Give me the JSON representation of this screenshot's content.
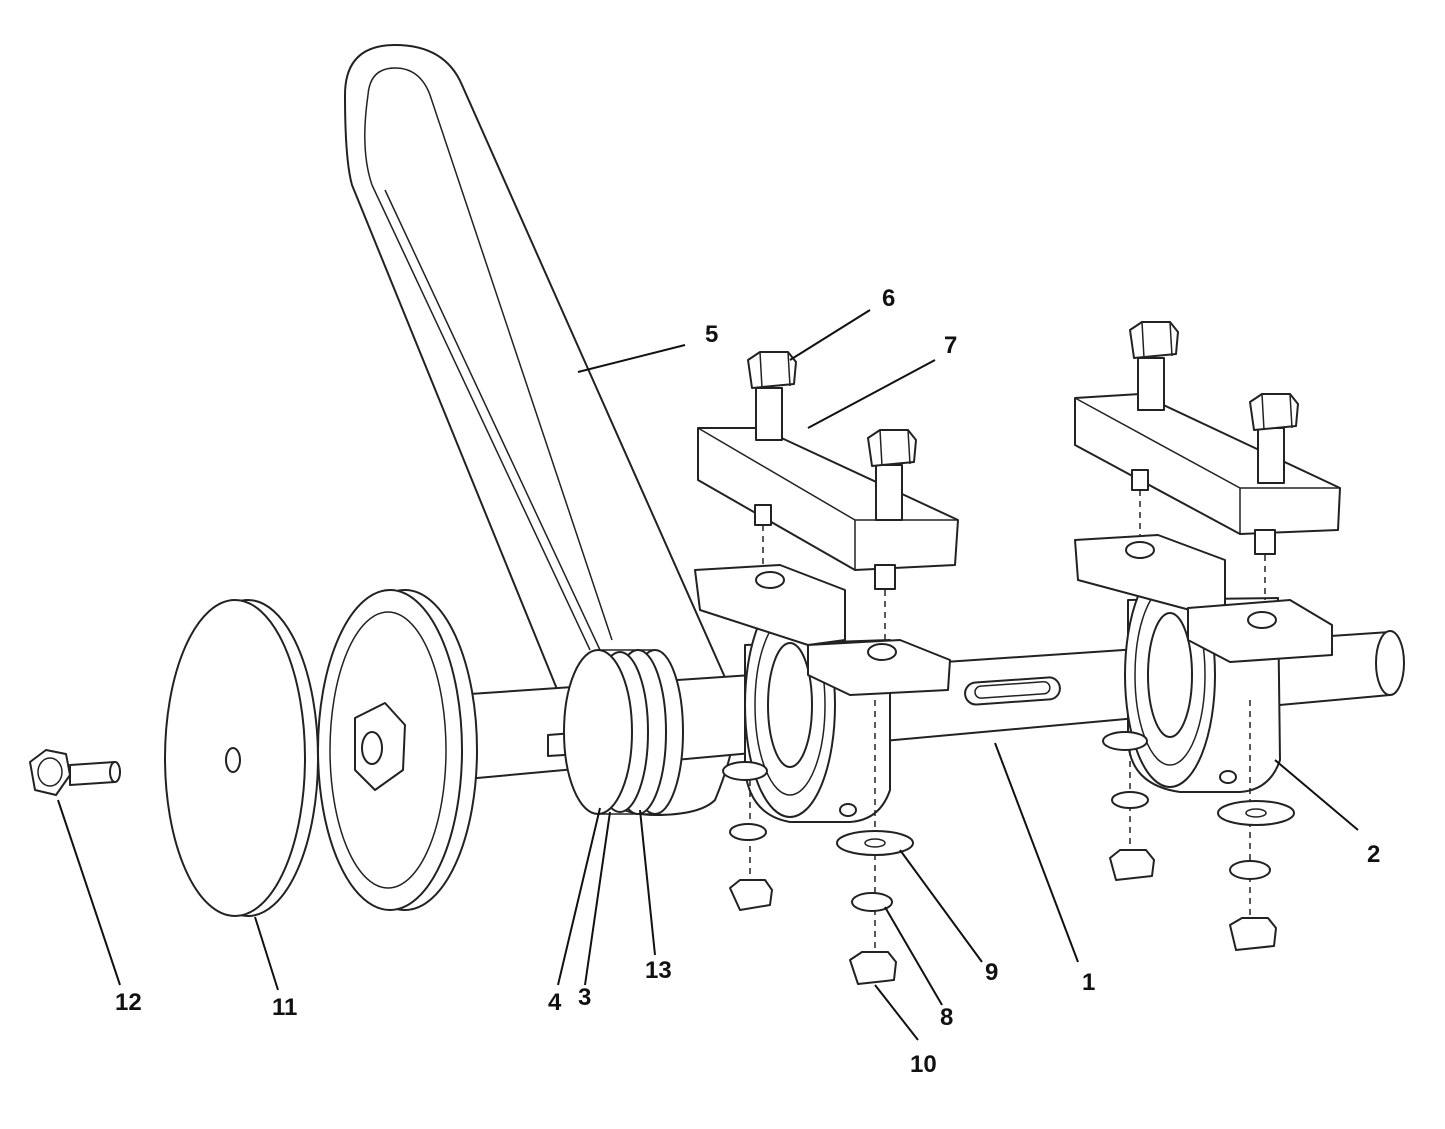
{
  "callouts": {
    "c1": "1",
    "c2": "2",
    "c3": "3",
    "c4": "4",
    "c5": "5",
    "c6": "6",
    "c7": "7",
    "c8": "8",
    "c9": "9",
    "c10": "10",
    "c11": "11",
    "c12": "12",
    "c13": "13"
  },
  "colors": {
    "line": "#222222",
    "background": "#ffffff"
  }
}
